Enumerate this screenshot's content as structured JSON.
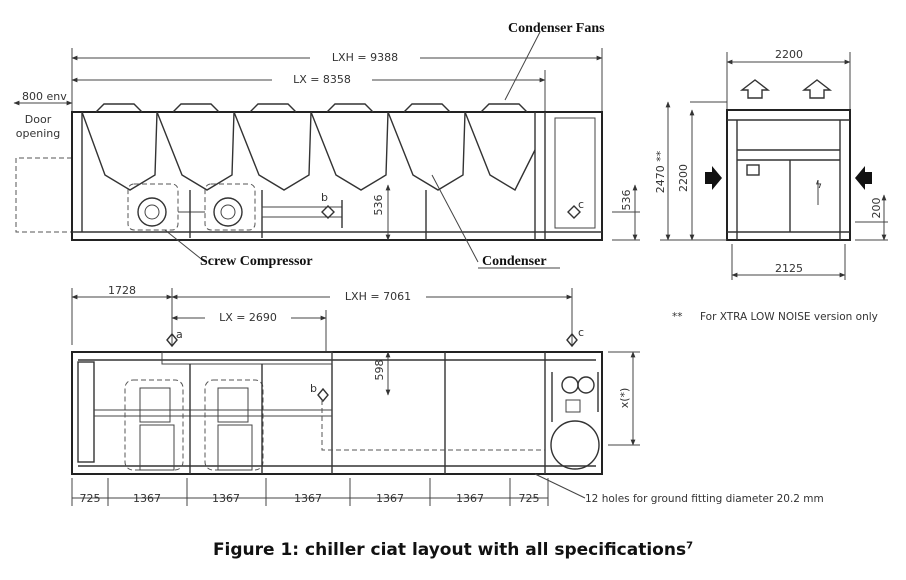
{
  "labels": {
    "condenser_fans": "Condenser Fans",
    "screw_compressor": "Screw Compressor",
    "condenser": "Condenser"
  },
  "dimensions": {
    "lxh_top": "LXH = 9388",
    "lx_top": "LX = 8358",
    "env_800": "800 env",
    "door_opening_1": "Door",
    "door_opening_2": "opening",
    "h536_a": "536",
    "h536_b": "536",
    "w2200_top": "2200",
    "h2470": "2470 **",
    "h2200": "2200",
    "h200": "200",
    "w2125": "2125",
    "d1728": "1728",
    "lxh_bottom": "LXH = 7061",
    "lx_bottom": "LX = 2690",
    "d598": "598",
    "x_star": "x(*)",
    "seg_725a": "725",
    "seg_1367a": "1367",
    "seg_1367b": "1367",
    "seg_1367c": "1367",
    "seg_1367d": "1367",
    "seg_1367e": "1367",
    "seg_725b": "725"
  },
  "markers": {
    "a": "a",
    "b_top": "b",
    "c_top": "c",
    "b_bottom": "b",
    "c_bottom": "c"
  },
  "notes": {
    "xtra_marker": "**",
    "xtra_low_noise": "For XTRA LOW NOISE version only",
    "holes": "12 holes for ground fitting diameter 20.2 mm"
  },
  "caption": {
    "text": "Figure 1: chiller ciat layout with all specifications",
    "footnote": "7"
  }
}
